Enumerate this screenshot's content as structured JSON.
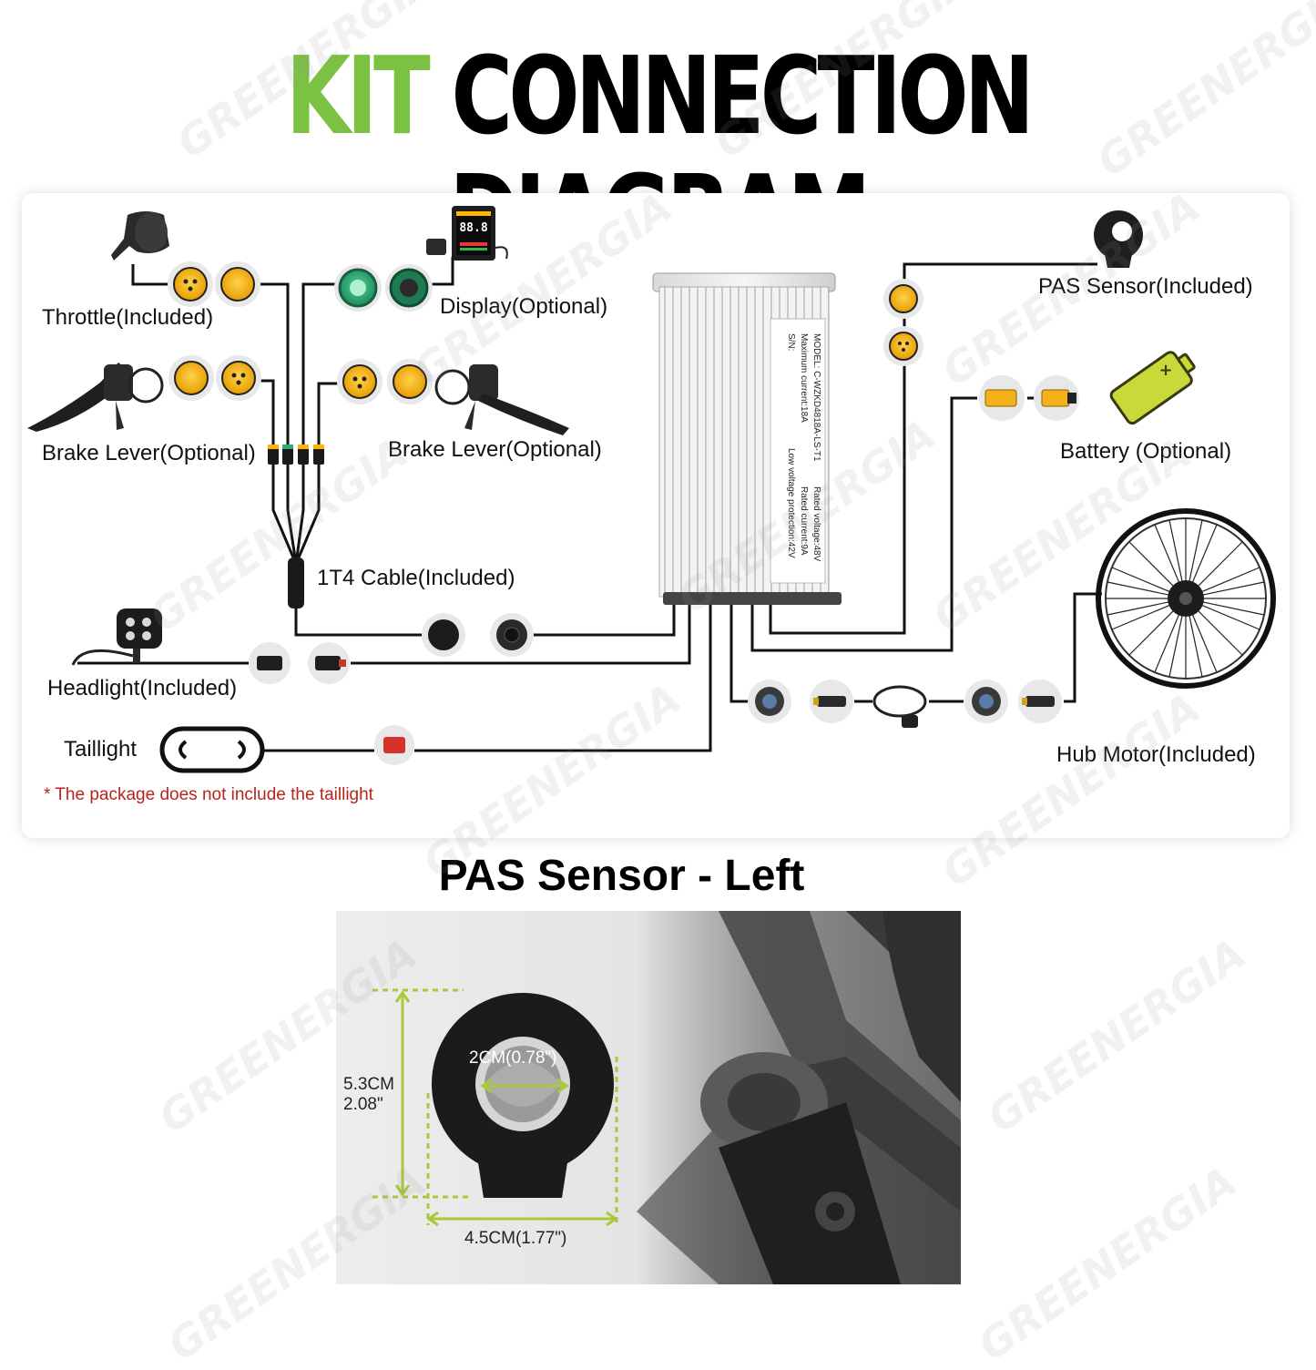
{
  "title": {
    "part1": "KIT",
    "part2": "CONNECTION DIAGRAM"
  },
  "labels": {
    "throttle": "Throttle(Included)",
    "display": "Display(Optional)",
    "brake_left": "Brake Lever(Optional)",
    "brake_right": "Brake Lever(Optional)",
    "cable": "1T4 Cable(Included)",
    "headlight": "Headlight(Included)",
    "taillight": "Taillight",
    "pas": "PAS Sensor(Included)",
    "battery": "Battery (Optional)",
    "hub_motor": "Hub Motor(Included)"
  },
  "note": "* The package does not include the taillight",
  "controller_label": [
    "MODEL: C-WZKD4818A-LS-T1",
    "Maximum current:18A",
    "S/N:",
    "Rated voltage:48V",
    "Rated current:9A",
    "Low voltage protection:42V"
  ],
  "display_digits": "88.8",
  "pas_section": {
    "title": "PAS Sensor - Left",
    "inner": "2CM(0.78\")",
    "height_cm": "5.3CM",
    "height_in": "2.08\"",
    "width": "4.5CM(1.77\")"
  },
  "watermark": "GREENERGIA",
  "colors": {
    "accent_green": "#7cc242",
    "connector_yellow": "#f5b400",
    "connector_green": "#2fae79",
    "note_red": "#b8241c",
    "dimension_green": "#a8c93a",
    "battery_green": "#c9d93a"
  }
}
